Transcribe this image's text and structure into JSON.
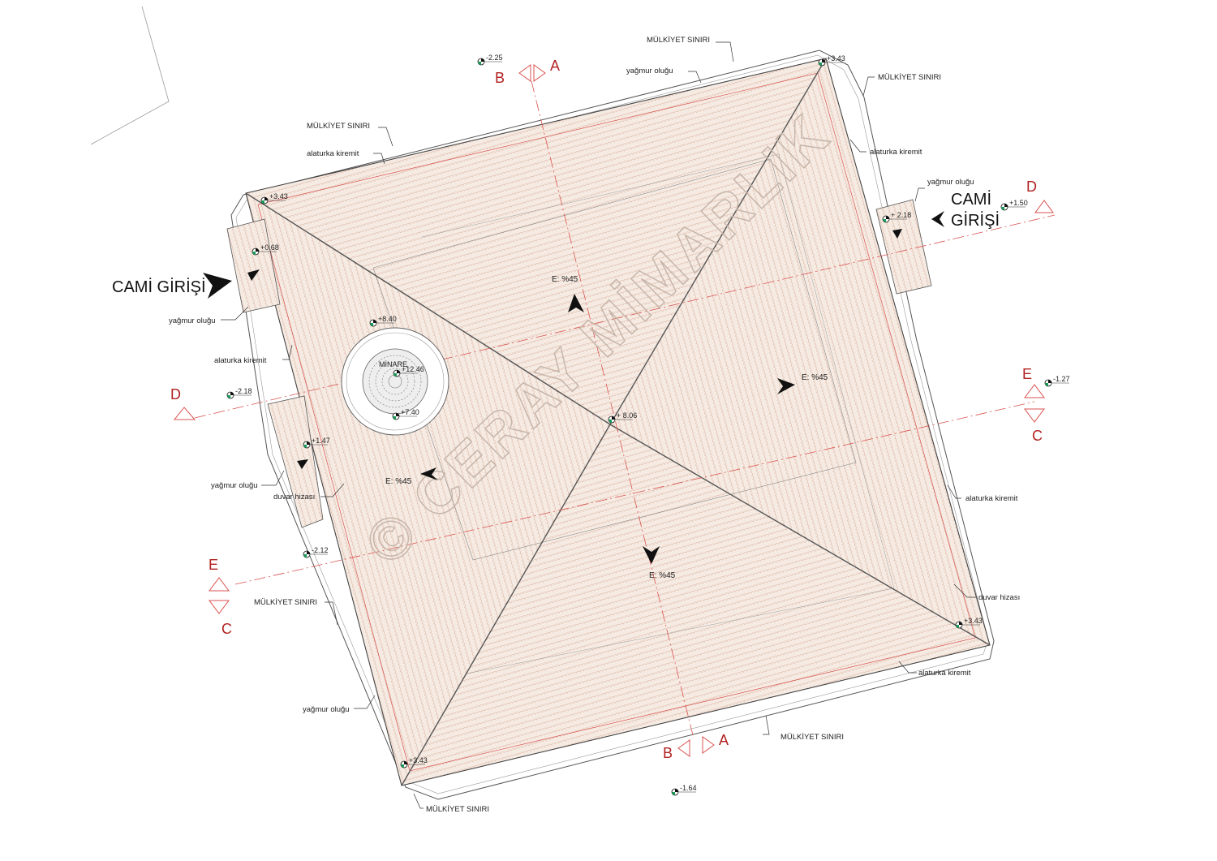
{
  "labels": {
    "mulkiyet": "MÜLKİYET SINIRI",
    "yagmur": "yağmur oluğu",
    "alaturka": "alaturka kiremit",
    "duvar": "duvar hizası",
    "minare": "MİNARE",
    "watermark": "© CERAY MİMARLIK"
  },
  "entrances": {
    "left": "CAMİ GİRİŞİ",
    "right_line1": "CAMİ",
    "right_line2": "GİRİŞİ"
  },
  "slopes": {
    "north": "E: %45",
    "east": "E: %45",
    "west": "E: %45",
    "south": "E: %45"
  },
  "elevations": {
    "top_left_outer": "-2.25",
    "ridge_top": "+3.43",
    "corner_nw": "+3.43",
    "step_nw": "+0.68",
    "minaret_top": "+8.40",
    "minaret_center": "+12.46",
    "minaret_base": "+7.40",
    "left_outer": "-2.18",
    "step_w": "+1.47",
    "left_low": "-2.12",
    "apex": "+ 8.06",
    "step_e": "+ 2.18",
    "right_entry": "+1.50",
    "right_outer": "-1.27",
    "corner_se": "+3.43",
    "corner_sw": "+3.43",
    "bottom_outer": "-1.64"
  },
  "sections": {
    "a": "A",
    "b": "B",
    "c": "C",
    "d": "D",
    "e": "E"
  },
  "colors": {
    "roof_fill": "#f6ebe3",
    "roof_line": "#d9b2a0",
    "red_line": "#d9534f",
    "section_red": "#b22222",
    "ink": "#333333"
  }
}
